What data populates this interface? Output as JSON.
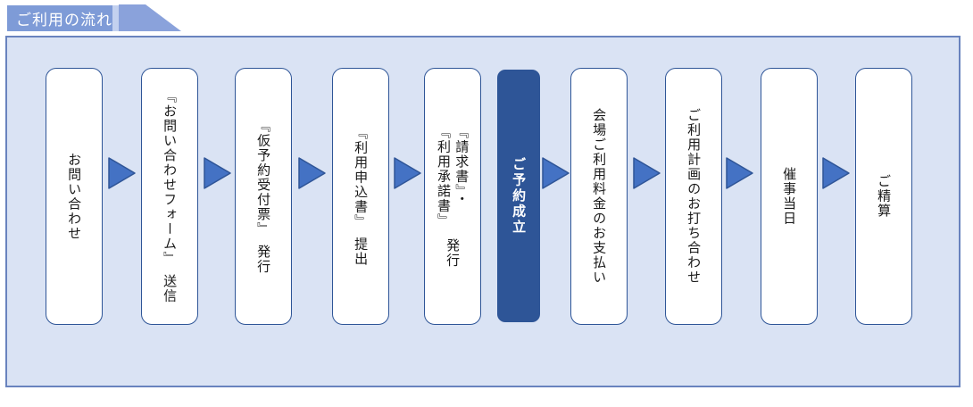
{
  "header": {
    "title": "ご利用の流れ"
  },
  "flow": {
    "steps": [
      {
        "label": "お問い合わせ"
      },
      {
        "label": "『お問い合わせフォーム』　送信"
      },
      {
        "label": "『仮予約受付票』　発行"
      },
      {
        "label": "『利用申込書』　提出"
      },
      {
        "label_lines": "『請求書』・\n『利用承諾書』",
        "label_suffix": "発行"
      },
      {
        "label": "ご予約成立",
        "highlight": true
      },
      {
        "label": "会場ご利用料金のお支払い"
      },
      {
        "label": "ご利用計画のお打ち合わせ"
      },
      {
        "label": "催事当日"
      },
      {
        "label": "ご精算"
      }
    ]
  },
  "colors": {
    "tab_fill": "#7E9BD7",
    "tab_tail_fill": "#8AA2DB",
    "tab_stripe": "#C3D1EF",
    "tab_text": "#FFFFFF",
    "panel_fill": "#DAE3F4",
    "panel_border": "#6983BE",
    "step_fill": "#FFFFFF",
    "step_border": "#2E5597",
    "step_text": "#1A1A1A",
    "highlight_fill": "#2E5597",
    "highlight_text": "#FFFFFF",
    "arrow_fill": "#4472C4",
    "arrow_stroke": "#2F5597"
  }
}
